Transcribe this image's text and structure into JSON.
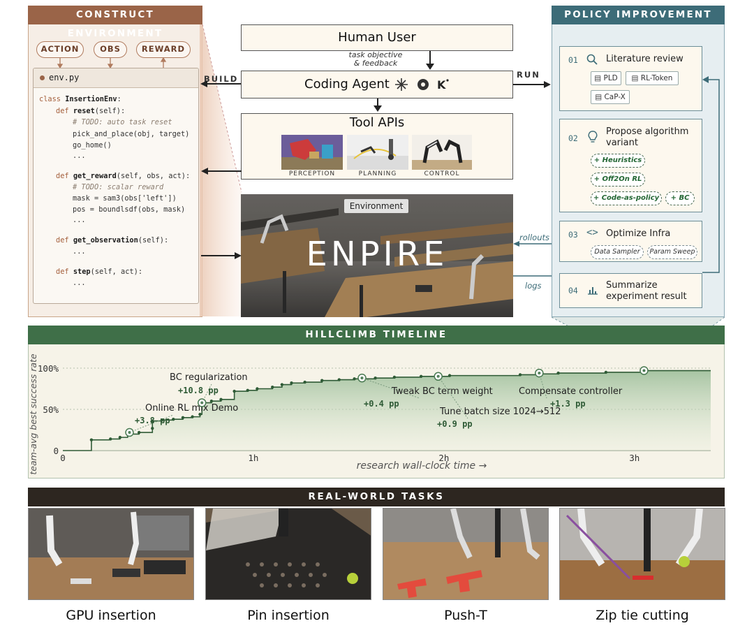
{
  "construct": {
    "header": "CONSTRUCT ENVIRONMENT",
    "pills": [
      "ACTION",
      "OBS",
      "REWARD"
    ],
    "filename": "env.py",
    "code": [
      {
        "t": "kw",
        "s": "class ",
        "b": "InsertionEnv",
        "r": ":"
      },
      {
        "t": "def",
        "s": "reset",
        "r": "(self):"
      },
      {
        "t": "cm",
        "s": "# TODO: auto task reset"
      },
      {
        "t": "pl",
        "s": "pick_and_place(obj, target)"
      },
      {
        "t": "pl",
        "s": "go_home()"
      },
      {
        "t": "pl",
        "s": "..."
      },
      {
        "t": "def",
        "s": "get_reward",
        "r": "(self, obs, act):"
      },
      {
        "t": "cm",
        "s": "# TODO: scalar reward"
      },
      {
        "t": "pl",
        "s": "mask = sam3(obs['left'])"
      },
      {
        "t": "pl",
        "s": "pos = boundlsdf(obs, mask)"
      },
      {
        "t": "pl",
        "s": "..."
      },
      {
        "t": "def",
        "s": "get_observation",
        "r": "(self):"
      },
      {
        "t": "pl",
        "s": "..."
      },
      {
        "t": "def",
        "s": "step",
        "r": "(self, act):"
      },
      {
        "t": "pl",
        "s": "..."
      }
    ]
  },
  "center": {
    "human_user": "Human User",
    "task_note": [
      "task objective",
      "& feedback"
    ],
    "coding_agent": "Coding Agent",
    "build_label": "BUILD",
    "run_label": "RUN",
    "tool_apis": "Tool APIs",
    "tool_items": [
      "PERCEPTION",
      "PLANNING",
      "CONTROL"
    ],
    "environment_label": "Environment",
    "env_name": "ENPIRE",
    "rollouts_label": "rollouts",
    "logs_label": "logs"
  },
  "policy": {
    "header": "POLICY IMPROVEMENT",
    "steps": [
      {
        "num": "01",
        "title": [
          "Literature review"
        ],
        "icon": "search-icon",
        "tags": [
          "PLD",
          "RL-Token",
          "CaP-X"
        ]
      },
      {
        "num": "02",
        "title": [
          "Propose algorithm",
          "variant"
        ],
        "icon": "lightbulb-icon",
        "tags": [
          "Heuristics",
          "Off2On RL",
          "Code-as-policy",
          "BC"
        ]
      },
      {
        "num": "03",
        "title": [
          "Optimize Infra"
        ],
        "icon": "code-icon",
        "tags": [
          "Data Sampler",
          "Param Sweep"
        ]
      },
      {
        "num": "04",
        "title": [
          "Summarize",
          "experiment result"
        ],
        "icon": "bar-chart-icon",
        "tags": []
      }
    ]
  },
  "timeline_header": "HILLCLIMB TIMELINE",
  "chart_data": {
    "type": "line",
    "title": "",
    "ylabel": "team-avg best success rate",
    "xlabel": "research wall-clock time →",
    "y_ticks": [
      "0",
      "50%",
      "100%"
    ],
    "x_ticks": [
      "0",
      "1h",
      "2h",
      "3h"
    ],
    "xlim": [
      0,
      3.4
    ],
    "ylim": [
      0,
      100
    ],
    "series": [
      {
        "x": [
          0.0,
          0.15,
          0.15,
          0.25,
          0.3,
          0.34,
          0.4,
          0.47,
          0.47,
          0.52,
          0.58,
          0.63,
          0.68,
          0.72,
          0.73,
          0.78,
          0.83,
          0.9,
          0.9,
          0.97,
          1.02,
          1.1,
          1.15,
          1.2,
          1.27,
          1.36,
          1.45,
          1.53,
          1.64,
          1.74,
          1.88,
          2.03,
          2.2,
          2.4,
          2.5,
          2.6,
          2.85,
          3.05,
          3.15,
          3.4
        ],
        "y": [
          0,
          0,
          13,
          14,
          16,
          20,
          22,
          27,
          36,
          37,
          38,
          40,
          41,
          44,
          58,
          60,
          62,
          62,
          72,
          73,
          75,
          77,
          80,
          82,
          83,
          85,
          86,
          87,
          88,
          89,
          90,
          91,
          91,
          92,
          93,
          94,
          95,
          97,
          97,
          97
        ]
      }
    ],
    "milestones": [
      {
        "x": 0.35,
        "y": 22,
        "label": "Online RL mix Demo",
        "delta": "+3.8 pp"
      },
      {
        "x": 0.73,
        "y": 58,
        "label": "BC regularization",
        "delta": "+10.8 pp"
      },
      {
        "x": 1.57,
        "y": 88,
        "label": "Tweak BC term weight",
        "delta": "+0.4 pp"
      },
      {
        "x": 1.97,
        "y": 90,
        "label": "Tune batch size 1024→512",
        "delta": "+0.9 pp"
      },
      {
        "x": 2.5,
        "y": 94,
        "label": "Compensate controller",
        "delta": "+1.3 pp"
      },
      {
        "x": 3.05,
        "y": 97,
        "label": "",
        "delta": ""
      }
    ]
  },
  "tasks_header": "REAL-WORLD TASKS",
  "tasks": [
    "GPU insertion",
    "Pin insertion",
    "Push-T",
    "Zip tie cutting"
  ],
  "colors": {
    "brown": "#9a6448",
    "teal": "#3d6c78",
    "green": "#3f6f48",
    "dark": "#2d2620"
  }
}
